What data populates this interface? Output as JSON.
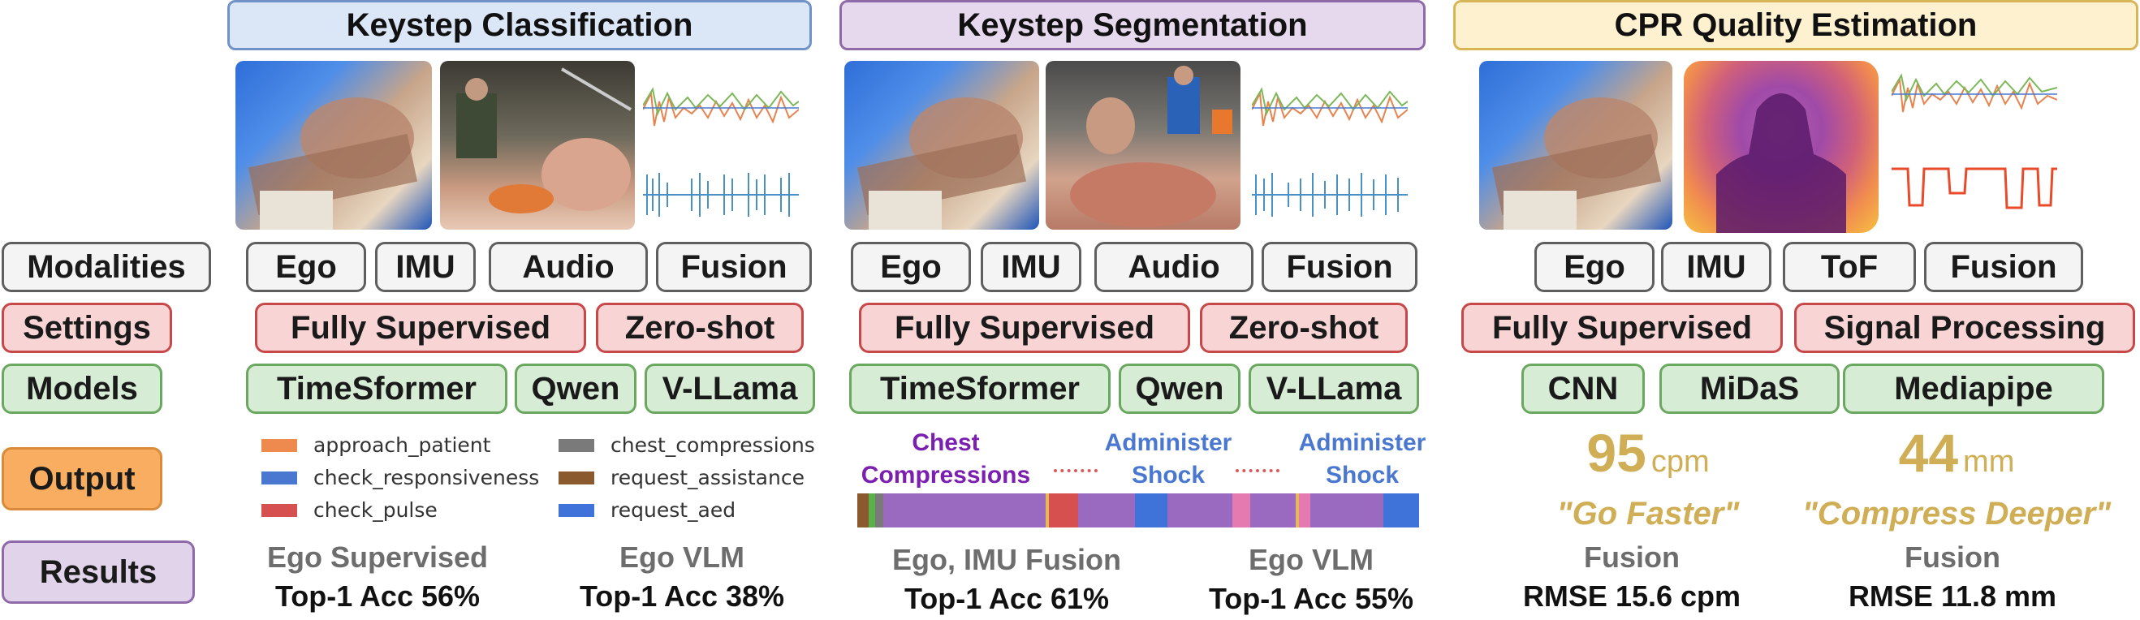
{
  "rows": {
    "modalities": "Modalities",
    "settings": "Settings",
    "models": "Models",
    "output": "Output",
    "results": "Results"
  },
  "tasks": [
    {
      "title": "Keystep Classification",
      "modalities": [
        "Ego",
        "IMU",
        "Audio",
        "Fusion"
      ],
      "settings": [
        "Fully Supervised",
        "Zero-shot"
      ],
      "models": [
        "TimeSformer",
        "Qwen",
        "V-LLama"
      ],
      "legend": [
        {
          "label": "approach_patient",
          "color": "#ef8a4f"
        },
        {
          "label": "chest_compressions",
          "color": "#7a7a7a"
        },
        {
          "label": "check_responsiveness",
          "color": "#4a78d0"
        },
        {
          "label": "request_assistance",
          "color": "#8a5a2e"
        },
        {
          "label": "check_pulse",
          "color": "#d65050"
        },
        {
          "label": "request_aed",
          "color": "#3f73da"
        }
      ],
      "results": [
        {
          "name": "Ego Supervised",
          "value": "Top-1 Acc 56%"
        },
        {
          "name": "Ego VLM",
          "value": "Top-1 Acc 38%"
        }
      ]
    },
    {
      "title": "Keystep Segmentation",
      "modalities": [
        "Ego",
        "IMU",
        "Audio",
        "Fusion"
      ],
      "settings": [
        "Fully Supervised",
        "Zero-shot"
      ],
      "models": [
        "TimeSformer",
        "Qwen",
        "V-LLama"
      ],
      "segment_labels": [
        {
          "text": "Chest Compressions",
          "color": "#7b1fb0"
        },
        {
          "text": "Administer Shock",
          "color": "#4a78d0"
        },
        {
          "text": "Administer Shock",
          "color": "#4a78d0"
        }
      ],
      "results": [
        {
          "name": "Ego, IMU Fusion",
          "value": "Top-1 Acc 61%"
        },
        {
          "name": "Ego VLM",
          "value": "Top-1 Acc 55%"
        }
      ]
    },
    {
      "title": "CPR Quality Estimation",
      "modalities": [
        "Ego",
        "IMU",
        "ToF",
        "Fusion"
      ],
      "settings": [
        "Fully Supervised",
        "Signal Processing"
      ],
      "models": [
        "CNN",
        "MiDaS",
        "Mediapipe"
      ],
      "outputs": [
        {
          "value": "95",
          "unit": "cpm",
          "quote": "\"Go Faster\""
        },
        {
          "value": "44",
          "unit": "mm",
          "quote": "\"Compress Deeper\""
        }
      ],
      "results": [
        {
          "name": "Fusion",
          "value": "RMSE 15.6 cpm"
        },
        {
          "name": "Fusion",
          "value": "RMSE 11.8 mm"
        }
      ]
    }
  ],
  "colors": {
    "header_blue": "#dbe6f7",
    "header_purple": "#e6d9ee",
    "header_yellow": "#fdf1cf",
    "output_gold": "#cfae55"
  }
}
